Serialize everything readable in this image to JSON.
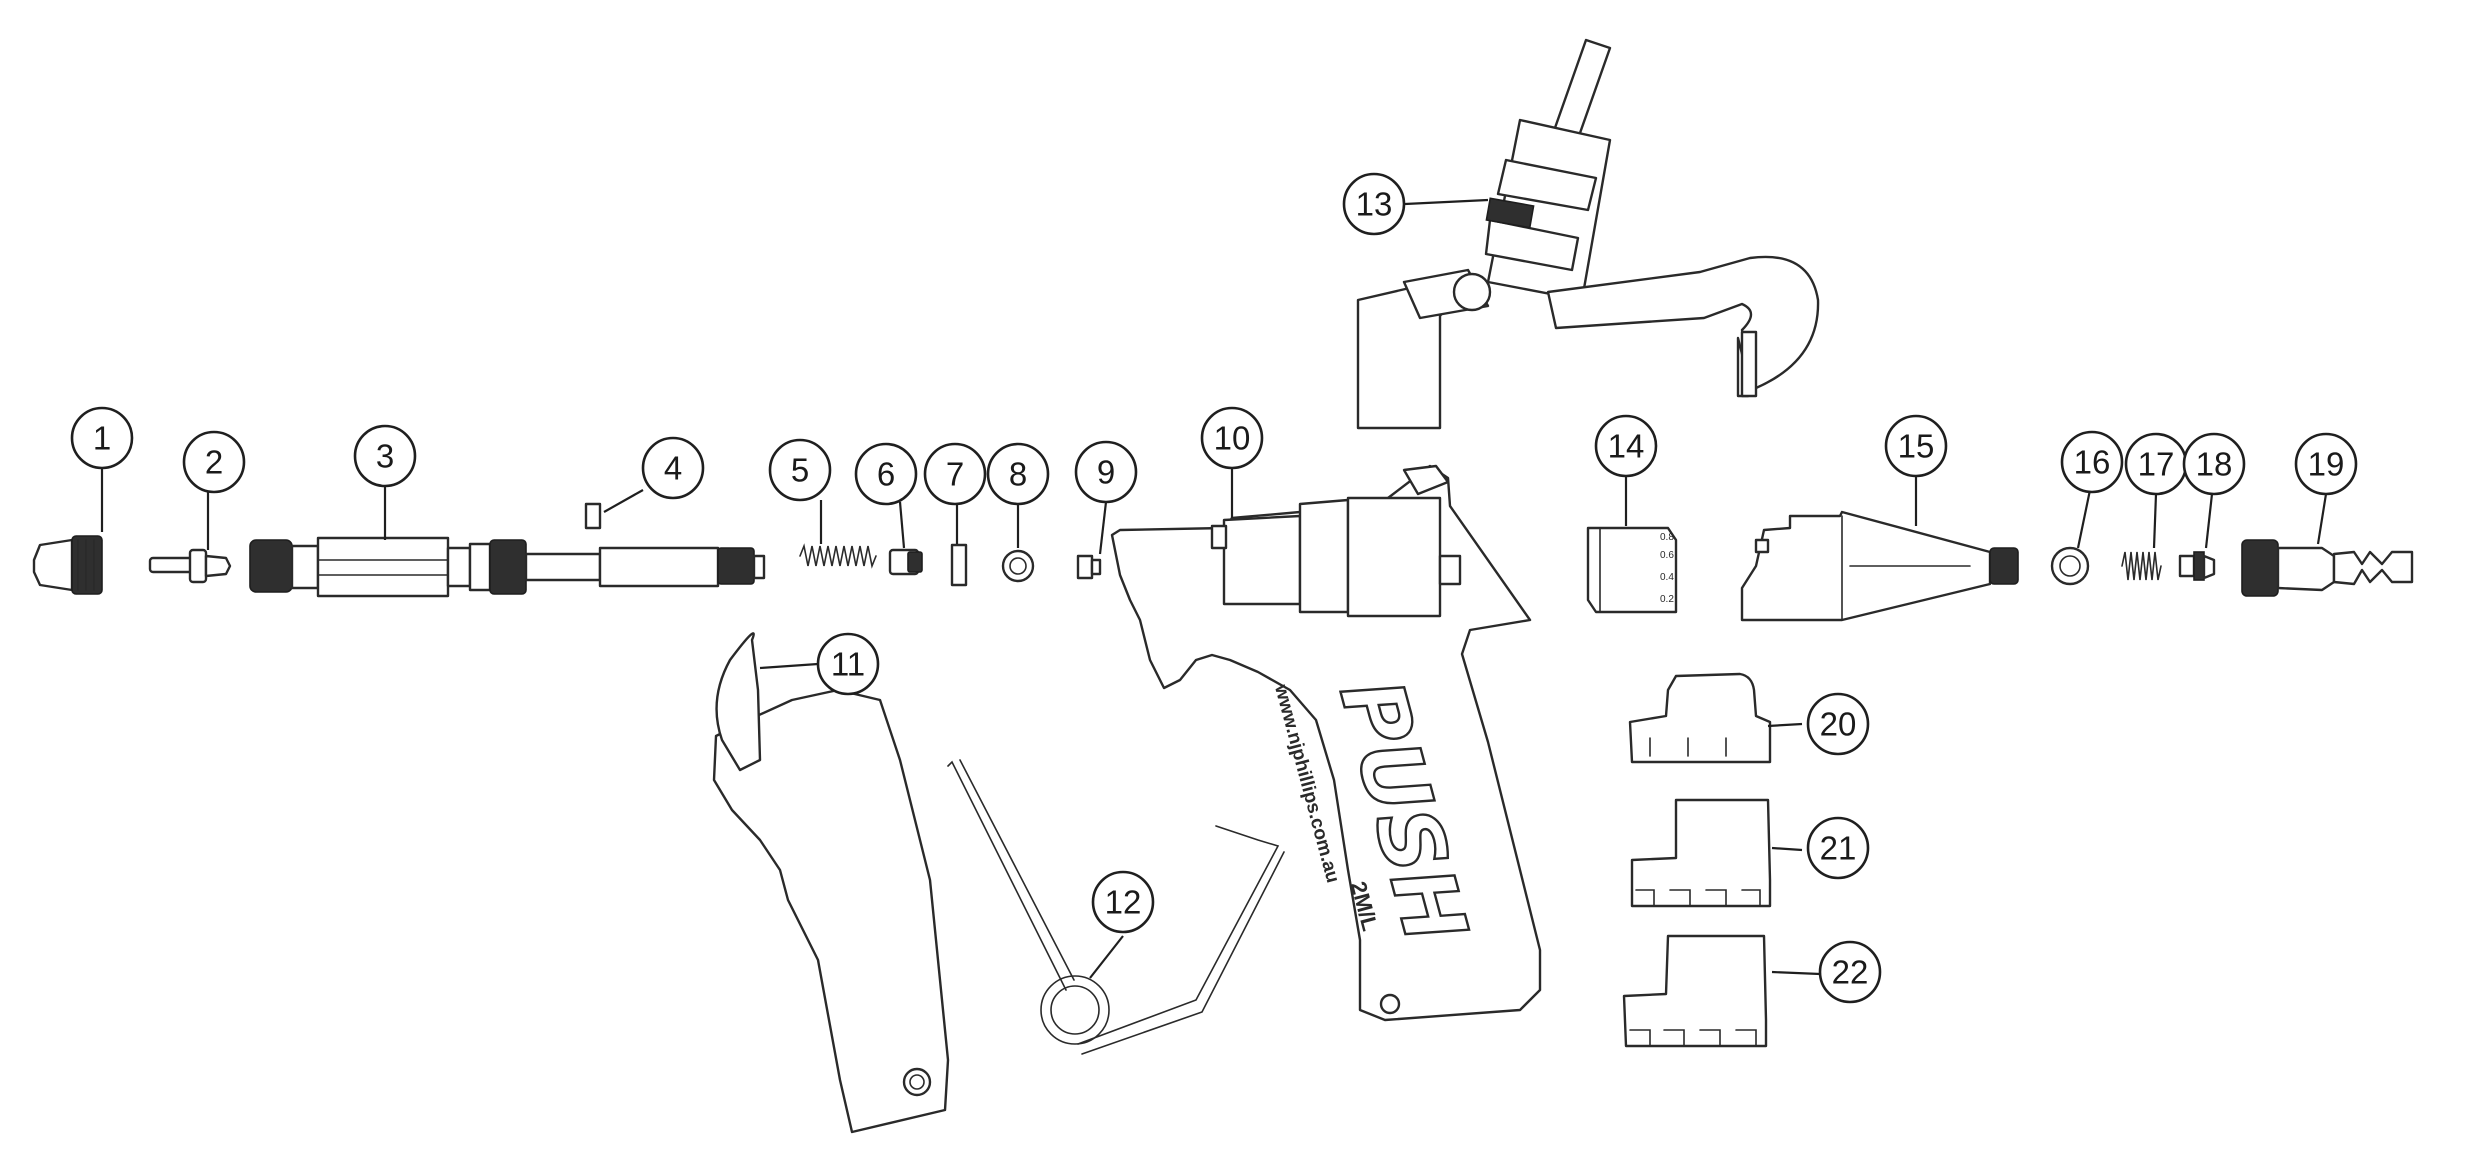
{
  "callouts": [
    {
      "id": "1",
      "label": "1"
    },
    {
      "id": "2",
      "label": "2"
    },
    {
      "id": "3",
      "label": "3"
    },
    {
      "id": "4",
      "label": "4"
    },
    {
      "id": "5",
      "label": "5"
    },
    {
      "id": "6",
      "label": "6"
    },
    {
      "id": "7",
      "label": "7"
    },
    {
      "id": "8",
      "label": "8"
    },
    {
      "id": "9",
      "label": "9"
    },
    {
      "id": "10",
      "label": "10"
    },
    {
      "id": "11",
      "label": "11"
    },
    {
      "id": "12",
      "label": "12"
    },
    {
      "id": "13",
      "label": "13"
    },
    {
      "id": "14",
      "label": "14"
    },
    {
      "id": "15",
      "label": "15"
    },
    {
      "id": "16",
      "label": "16"
    },
    {
      "id": "17",
      "label": "17"
    },
    {
      "id": "18",
      "label": "18"
    },
    {
      "id": "19",
      "label": "19"
    },
    {
      "id": "20",
      "label": "20"
    },
    {
      "id": "21",
      "label": "21"
    },
    {
      "id": "22",
      "label": "22"
    }
  ],
  "body_branding": {
    "logo": "PUSH",
    "model": "2M/L",
    "website": "www.njphillips.com.au"
  },
  "nozzle_scale_marks": [
    "0.8",
    "0.6",
    "0.4",
    "0.2"
  ]
}
